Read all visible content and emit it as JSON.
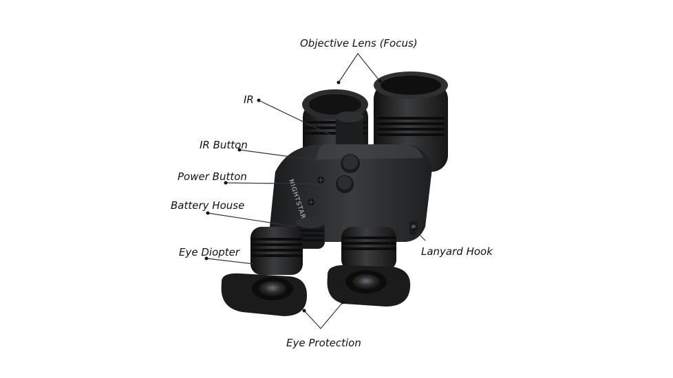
{
  "device": {
    "brand_text": "NIGHTSTAR"
  },
  "labels": {
    "objective_lens": "Objective Lens (Focus)",
    "ir": "IR",
    "ir_button": "IR Button",
    "power_button": "Power Button",
    "battery_house": "Battery House",
    "eye_diopter": "Eye Diopter",
    "lanyard_hook": "Lanyard Hook",
    "eye_protection": "Eye Protection"
  },
  "colors": {
    "background": "#ffffff",
    "body": "#2a2b2d",
    "body_dark": "#141516",
    "rubber": "#1b1b1c",
    "leader_line": "#333333",
    "dot": "#111111",
    "text": "#111111"
  }
}
